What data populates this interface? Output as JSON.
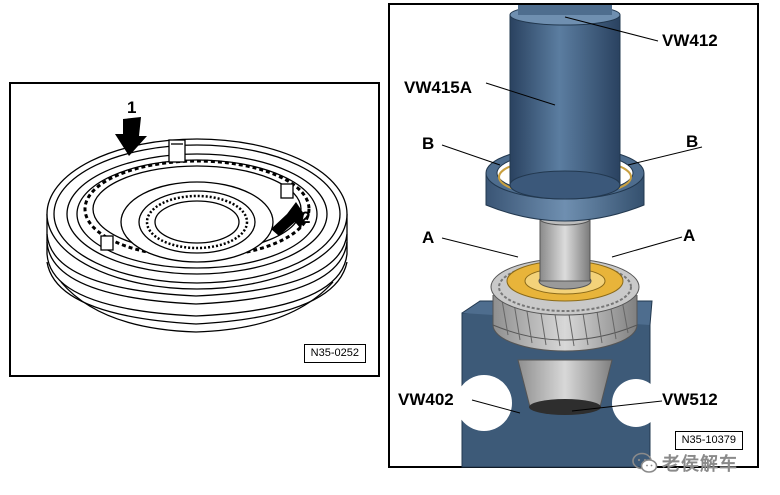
{
  "left_figure": {
    "callouts": [
      "1",
      "2"
    ],
    "reference": "N35-0252"
  },
  "right_figure": {
    "labels": {
      "vw412": "VW412",
      "vw415a": "VW415A",
      "b_left": "B",
      "b_right": "B",
      "a_left": "A",
      "a_right": "A",
      "vw402": "VW402",
      "vw512": "VW512"
    },
    "reference": "N35-10379"
  },
  "watermark": {
    "text": "老侯解车",
    "icon": "wechat-icon"
  },
  "colors": {
    "tool_blue": "#3d5a78",
    "tool_blue_dark": "#2a4260",
    "tool_blue_light": "#6f8fb0",
    "gear_gold": "#e8b43a",
    "gear_grey": "#b8b8b8"
  }
}
